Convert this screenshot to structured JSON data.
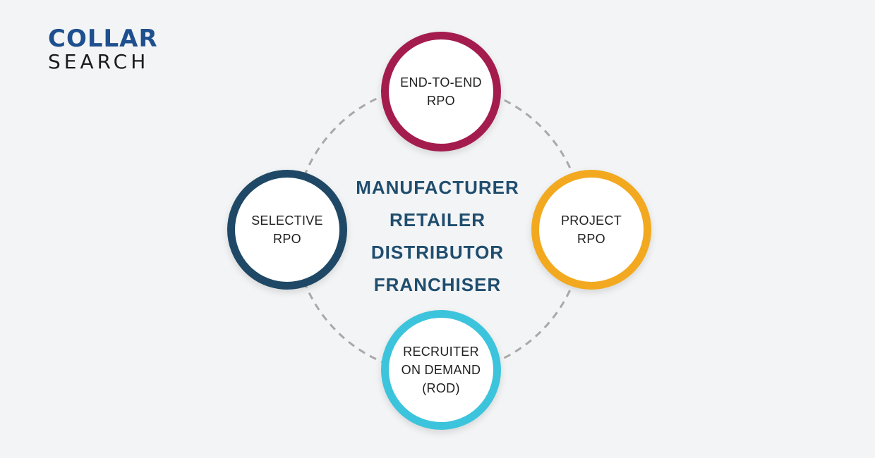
{
  "logo": {
    "line1": "COLLAR",
    "line2": "SEARCH",
    "brand_color": "#1e4f8f"
  },
  "center": {
    "lines": [
      "MANUFACTURER",
      "RETAILER",
      "DISTRIBUTOR",
      "FRANCHISER"
    ],
    "color": "#1f4d6e"
  },
  "nodes": {
    "top": {
      "lines": [
        "END-TO-END",
        "RPO"
      ],
      "color": "#a41c4e"
    },
    "left": {
      "lines": [
        "SELECTIVE",
        "RPO"
      ],
      "color": "#1e4866"
    },
    "right": {
      "lines": [
        "PROJECT",
        "RPO"
      ],
      "color": "#f2a91f"
    },
    "bottom": {
      "lines": [
        "RECRUITER",
        "ON DEMAND",
        "(ROD)"
      ],
      "color": "#3cc4dc"
    }
  },
  "ring": {
    "color": "#a9a9a9",
    "style": "dashed"
  }
}
